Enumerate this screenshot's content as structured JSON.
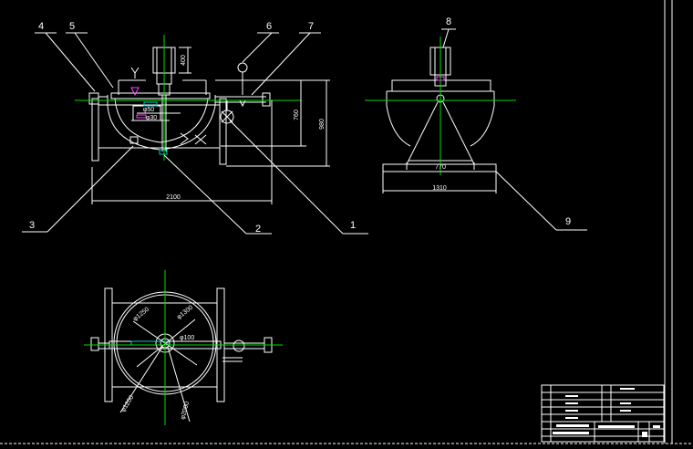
{
  "colors": {
    "background": "#000000",
    "lines": "#ffffff",
    "center_lines": "#00dd00",
    "accent_magenta": "#ff44ff",
    "accent_cyan": "#00cccc"
  },
  "callouts": [
    "1",
    "2",
    "3",
    "4",
    "5",
    "6",
    "7",
    "8",
    "9"
  ],
  "dims": {
    "overall_width": "2100",
    "motor_height": "400",
    "vessel_height": "760",
    "total_height": "980",
    "dia_upper": "φ50",
    "dia_lower": "φ30",
    "base_width": "1310",
    "stand_width": "770",
    "plan_d1": "φ100",
    "plan_d2": "φ1250",
    "plan_d3": "φ1300",
    "plan_d4": "φ1200",
    "plan_d5": "φ2000"
  }
}
